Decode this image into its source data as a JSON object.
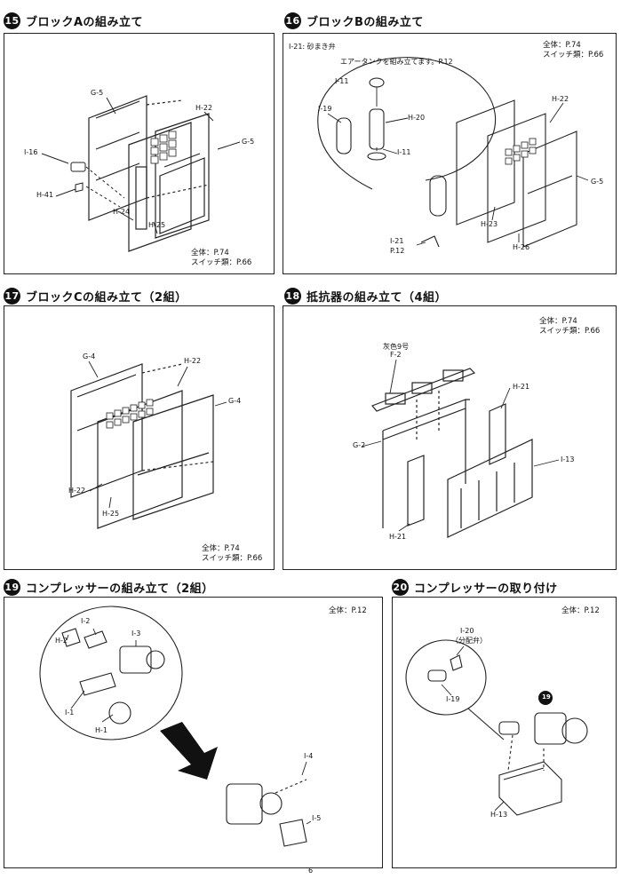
{
  "steps": [
    {
      "num": "15",
      "title": "ブロックAの組み立て",
      "refs": [
        "全体：P.74",
        "スイッチ類：P.66"
      ],
      "labels": {
        "g5a": "G-5",
        "h22": "H-22",
        "g5b": "G-5",
        "i16": "I-16",
        "h41": "H-41",
        "h24": "H-24",
        "h25": "H-25"
      }
    },
    {
      "num": "16",
      "title": "ブロックBの組み立て",
      "refs": [
        "全体：P.74",
        "スイッチ類：P.66"
      ],
      "note": "I-21: 砂まき弁",
      "note2": "エアータンクを組み立てます。P.12",
      "labels": {
        "i11a": "I-11",
        "i19": "I-19",
        "h20": "H-20",
        "i11b": "I-11",
        "h22": "H-22",
        "g5": "G-5",
        "h23": "H-23",
        "i21": "I-21",
        "p12": "P.12",
        "h26": "H-26"
      }
    },
    {
      "num": "17",
      "title": "ブロックCの組み立て（2組）",
      "refs": [
        "全体：P.74",
        "スイッチ類：P.66"
      ],
      "labels": {
        "g4a": "G-4",
        "h22a": "H-22",
        "g4b": "G-4",
        "h22b": "H-22",
        "h25": "H-25"
      }
    },
    {
      "num": "18",
      "title": "抵抗器の組み立て（4組）",
      "refs": [
        "全体：P.74",
        "スイッチ類：P.66"
      ],
      "labels": {
        "color": "灰色9号",
        "f2": "F-2",
        "h21a": "H-21",
        "g2": "G-2",
        "i13": "I-13",
        "h21b": "H-21"
      }
    },
    {
      "num": "19",
      "title": "コンプレッサーの組み立て（2組）",
      "refs": [
        "全体：P.12"
      ],
      "labels": {
        "i2": "I-2",
        "h2": "H-2",
        "i3": "I-3",
        "i1": "I-1",
        "h1": "H-1",
        "i4": "I-4",
        "i5": "I-5"
      }
    },
    {
      "num": "20",
      "title": "コンプレッサーの取り付け",
      "refs": [
        "全体：P.12"
      ],
      "labels": {
        "i20": "I-20",
        "i20sub": "（分配弁）",
        "i19": "I-19",
        "h13": "H-13",
        "step19": "19"
      }
    }
  ],
  "page_number": "6"
}
